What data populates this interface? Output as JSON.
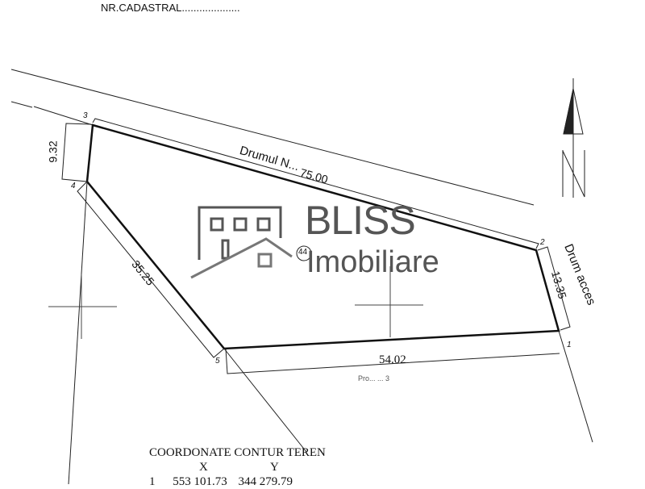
{
  "header": {
    "cadastral_label": "NR.CADASTRAL...................."
  },
  "plan": {
    "points": [
      "1",
      "2",
      "3",
      "4",
      "5"
    ],
    "dimensions": {
      "side_3_2": "75.00",
      "side_3_4": "9.32",
      "side_4_5": "35.25",
      "side_5_1": "54.02",
      "side_2_1": "13.35"
    },
    "road_north": "Drumul N... ",
    "road_access": "Drum  acces",
    "road_south": "Pro... ... 3",
    "parcel_number": "44"
  },
  "watermark": {
    "brand": "BLISS",
    "subtitle": "Imobiliare",
    "color": "#555555"
  },
  "coordinates": {
    "title": "COORDONATE CONTUR  TEREN",
    "col_x": "X",
    "col_y": "Y",
    "rows": [
      {
        "point": "1",
        "x": "553 101.73",
        "y": "344 279.79"
      }
    ]
  }
}
